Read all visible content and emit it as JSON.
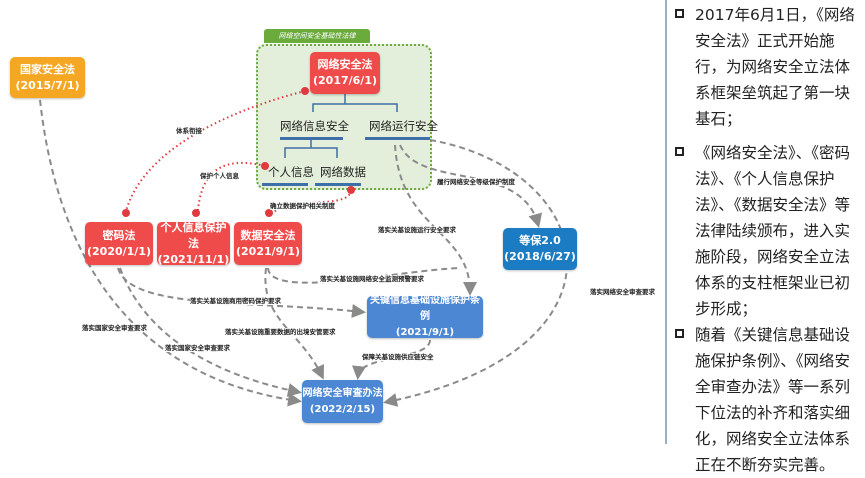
{
  "diagram": {
    "group_label": "网络空间安全基础性法律",
    "nodes": {
      "national_security": {
        "name": "国家安全法",
        "date": "(2015/7/1)"
      },
      "cybersecurity": {
        "name": "网络安全法",
        "date": "(2017/6/1)"
      },
      "crypto": {
        "name": "密码法",
        "date": "(2020/1/1)"
      },
      "pipl": {
        "name": "个人信息保护法",
        "date": "(2021/11/1)"
      },
      "data_security": {
        "name": "数据安全法",
        "date": "(2021/9/1)"
      },
      "mlps": {
        "name": "等保2.0",
        "date": "(2018/6/27)"
      },
      "cii": {
        "name": "关键信息基础设施保护条例",
        "date": "(2021/9/1)"
      },
      "review": {
        "name": "网络安全审查办法",
        "date": "(2022/2/15)"
      }
    },
    "tree": {
      "info_security": "网络信息安全",
      "ops_security": "网络运行安全",
      "personal_info": "个人信息",
      "network_data": "网络数据"
    },
    "edge_labels": {
      "system_link": "体系衔接",
      "protect_pi": "保护个人信息",
      "data_protection": "确立数据保护相关制度",
      "mlps_duty": "履行网络安全等级保护制度",
      "cii_ops": "落实关基设施运行安全要求",
      "cii_monitor": "落实关基设施网络安全监测预警要求",
      "cii_crypto": "落实关基设施商用密码保护要求",
      "national_review_1": "落实国家安全审查要求",
      "cii_data_export": "落实关基设施重要数据的出境安管要求",
      "national_review_2": "落实国家安全审查要求",
      "supply_chain": "保障关基设施供应链安全",
      "cyber_review": "落实网络安全审查要求"
    },
    "colors": {
      "red": "#f04b4b",
      "orange": "#f5a623",
      "blue": "#1b7cc3",
      "blue_light": "#4b87d2",
      "green": "#6aab3b"
    }
  },
  "notes": [
    "2017年6月1日，《网络安全法》正式开始施行，为网络安全立法体系框架垒筑起了第一块基石；",
    "《网络安全法》、《密码法》、《个人信息保护法》、《数据安全法》等法律陆续颁布，进入实施阶段，网络安全立法体系的支柱框架业已初步形成；",
    "随着《关键信息基础设施保护条例》、《网络安全审查办法》等一系列下位法的补齐和落实细化，网络安全立法体系正在不断夯实完善。"
  ]
}
